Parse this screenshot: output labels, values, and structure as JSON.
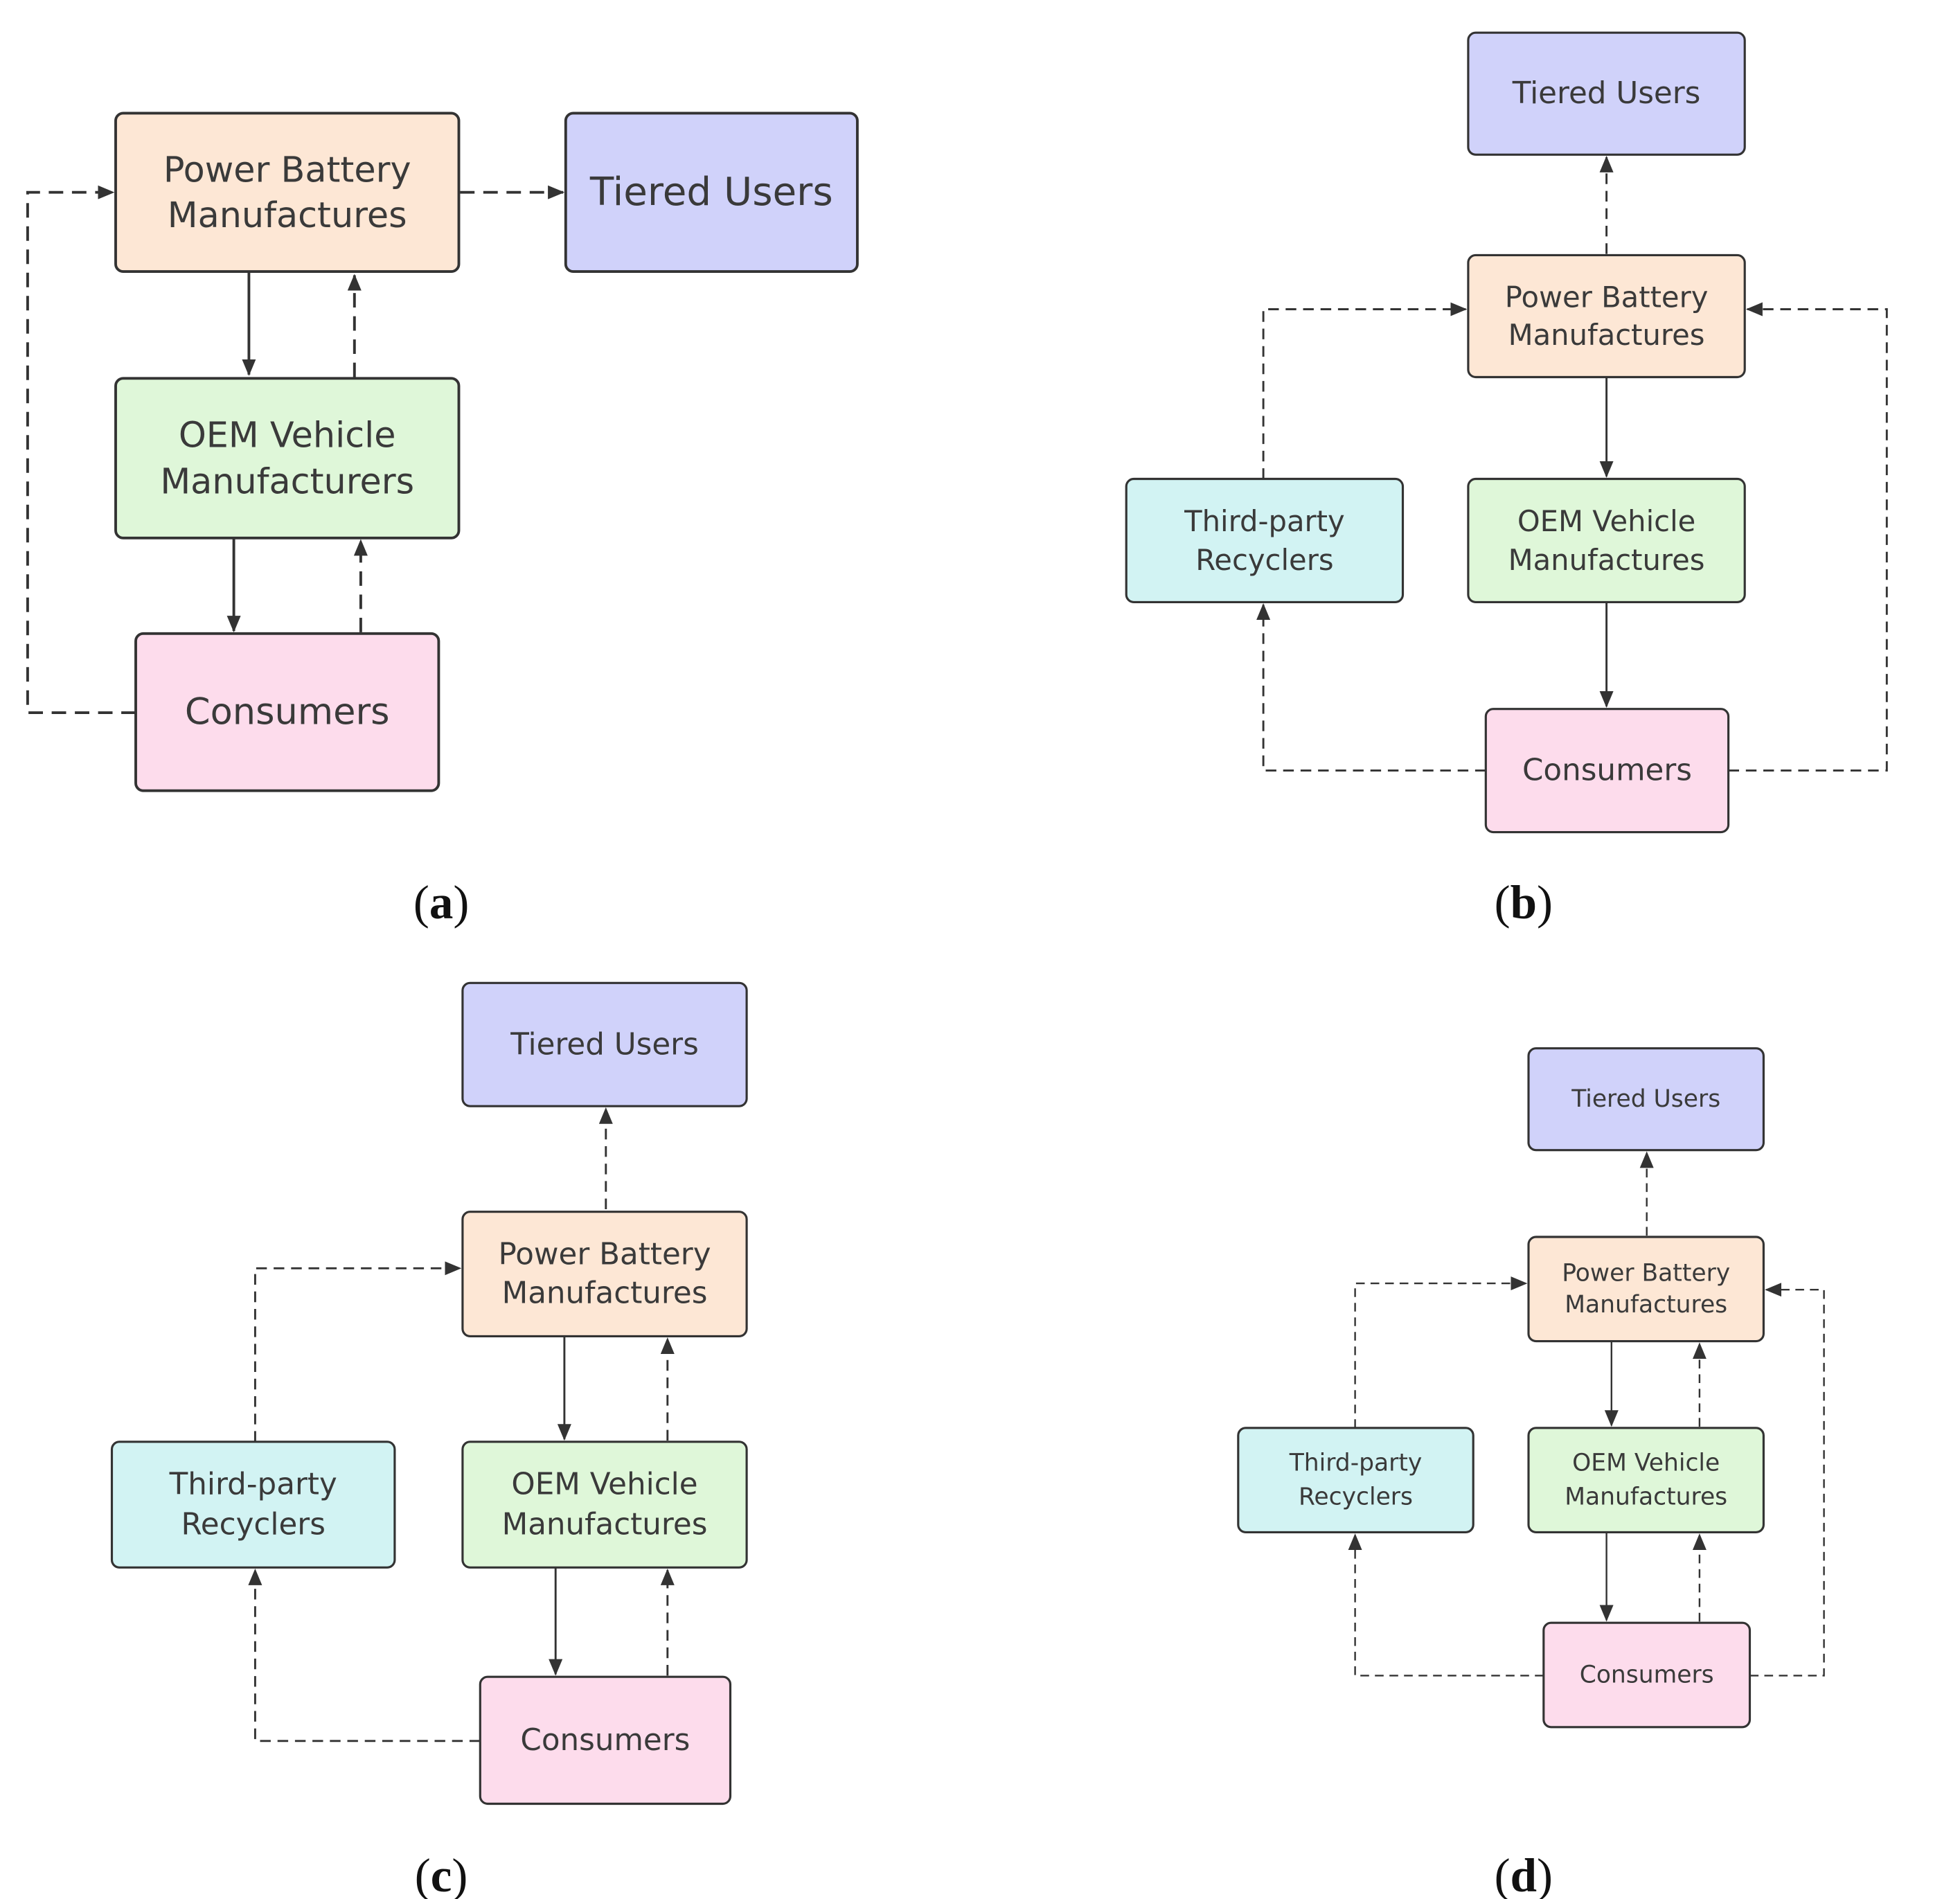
{
  "colors": {
    "tiered_users": "#d0d2fa",
    "power_battery": "#fde7d5",
    "oem": "#dff7d9",
    "consumers": "#fddcec",
    "recyclers": "#d2f3f3",
    "stroke": "#333333"
  },
  "panels": {
    "a": {
      "caption": "a",
      "tiered_users": [
        "Tiered Users"
      ],
      "power_battery": [
        "Power Battery",
        "Manufactures"
      ],
      "oem": [
        "OEM Vehicle",
        "Manufacturers"
      ],
      "consumers": [
        "Consumers"
      ]
    },
    "b": {
      "caption": "b",
      "tiered_users": [
        "Tiered Users"
      ],
      "power_battery": [
        "Power Battery",
        "Manufactures"
      ],
      "recyclers": [
        "Third-party",
        "Recyclers"
      ],
      "oem": [
        "OEM Vehicle",
        "Manufactures"
      ],
      "consumers": [
        "Consumers"
      ]
    },
    "c": {
      "caption": "c",
      "tiered_users": [
        "Tiered Users"
      ],
      "power_battery": [
        "Power Battery",
        "Manufactures"
      ],
      "recyclers": [
        "Third-party",
        "Recyclers"
      ],
      "oem": [
        "OEM Vehicle",
        "Manufactures"
      ],
      "consumers": [
        "Consumers"
      ]
    },
    "d": {
      "caption": "d",
      "tiered_users": [
        "Tiered Users"
      ],
      "power_battery": [
        "Power Battery",
        "Manufactures"
      ],
      "recyclers": [
        "Third-party",
        "Recyclers"
      ],
      "oem": [
        "OEM Vehicle",
        "Manufactures"
      ],
      "consumers": [
        "Consumers"
      ]
    }
  }
}
